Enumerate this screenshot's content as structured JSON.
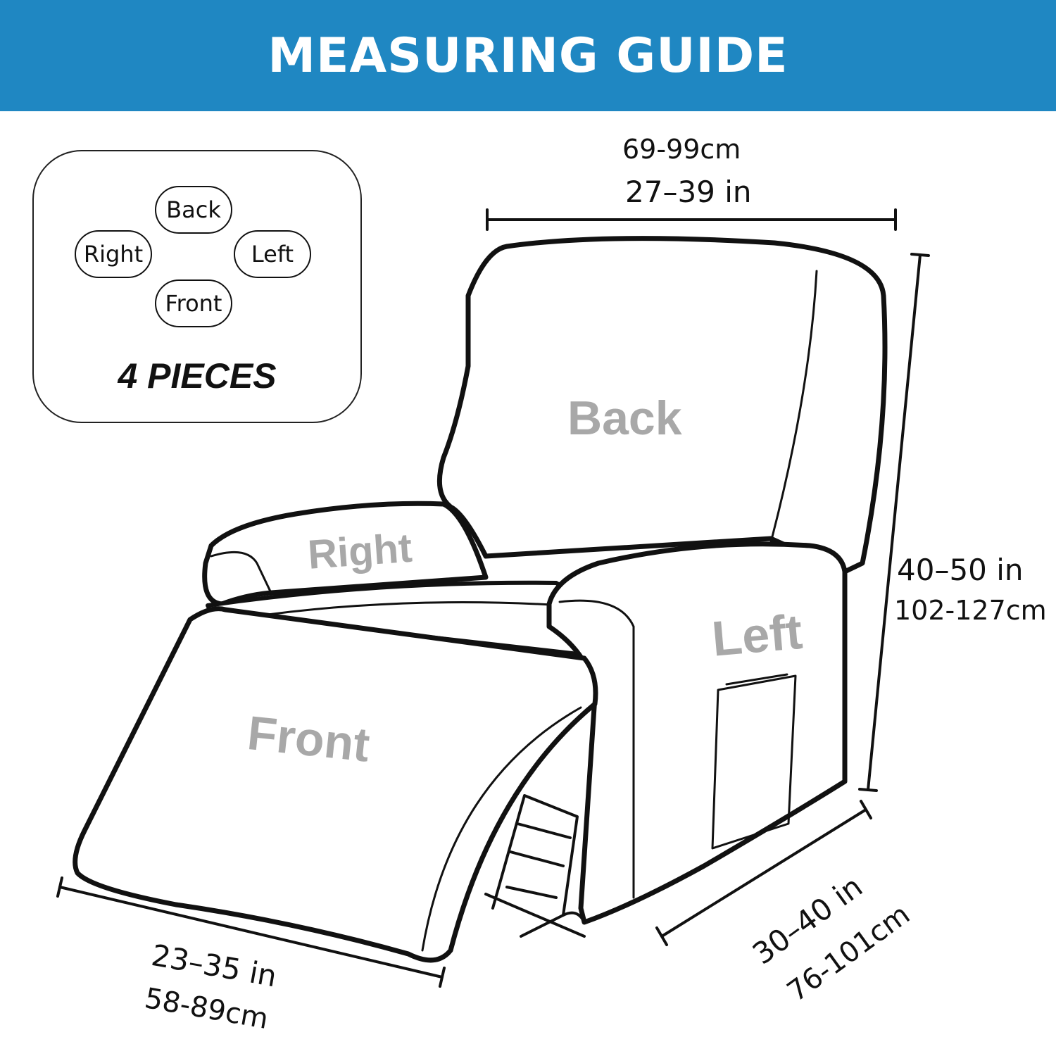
{
  "header": {
    "title": "MEASURING GUIDE"
  },
  "legend": {
    "pieces": [
      "Back",
      "Right",
      "Left",
      "Front"
    ],
    "count_label": "4 PIECES"
  },
  "parts": {
    "back": "Back",
    "right": "Right",
    "left": "Left",
    "front": "Front"
  },
  "dimensions": {
    "width_top": {
      "cm": "69-99cm",
      "in": "27–39 in"
    },
    "height": {
      "in": "40–50 in",
      "cm": "102-127cm"
    },
    "depth_side": {
      "in": "30–40 in",
      "cm": "76-101cm"
    },
    "footrest": {
      "in": "23–35 in",
      "cm": "58-89cm"
    }
  },
  "colors": {
    "banner": "#1f87c2",
    "outline": "#111111",
    "part_label": "#a8a8a8"
  }
}
